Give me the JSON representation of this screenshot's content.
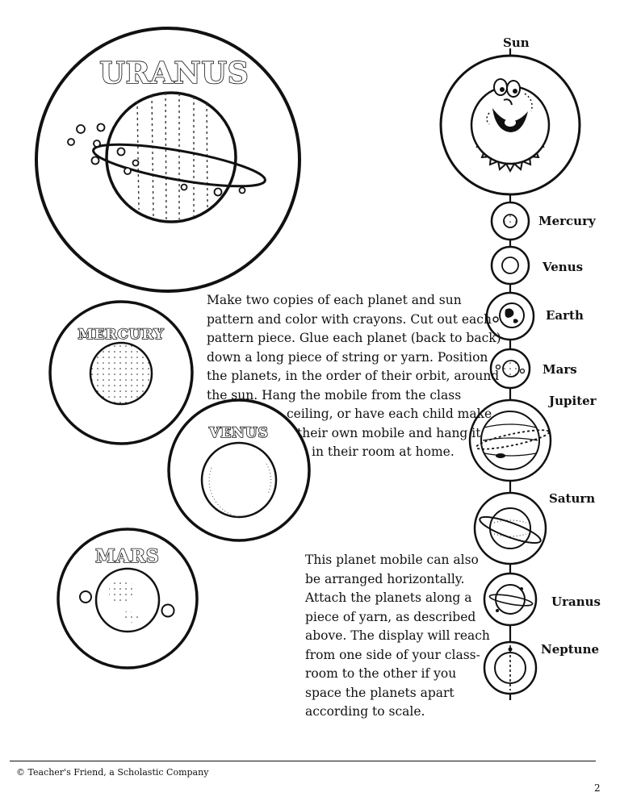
{
  "titles": {
    "uranus": "URANUS",
    "mercury": "MERCURY",
    "venus": "VENUS",
    "mars": "MARS"
  },
  "mobile_labels": {
    "sun": "Sun",
    "mercury": "Mercury",
    "venus": "Venus",
    "earth": "Earth",
    "mars": "Mars",
    "jupiter": "Jupiter",
    "saturn": "Saturn",
    "uranus": "Uranus",
    "neptune": "Neptune"
  },
  "instructions": {
    "lines": [
      "Make two copies of each planet and sun",
      "pattern and color with crayons. Cut out each",
      "pattern piece. Glue each planet (back to back)",
      "down a long piece of string or yarn. Position",
      "the planets, in the order of their orbit, around",
      "the sun. Hang the mobile from the class",
      "ceiling, or have each child make",
      "their own mobile and hang it",
      "in their room at home."
    ]
  },
  "horizontal_note": {
    "lines": [
      "This planet mobile can also",
      "be arranged horizontally.",
      "Attach the planets along a",
      "piece of yarn, as described",
      "above. The display will reach",
      "from one side of your class-",
      "room to the other if you",
      "space the planets apart",
      "according to scale."
    ]
  },
  "footer": {
    "copyright": "© Teacher's Friend, a Scholastic Company",
    "page_number": "2"
  }
}
